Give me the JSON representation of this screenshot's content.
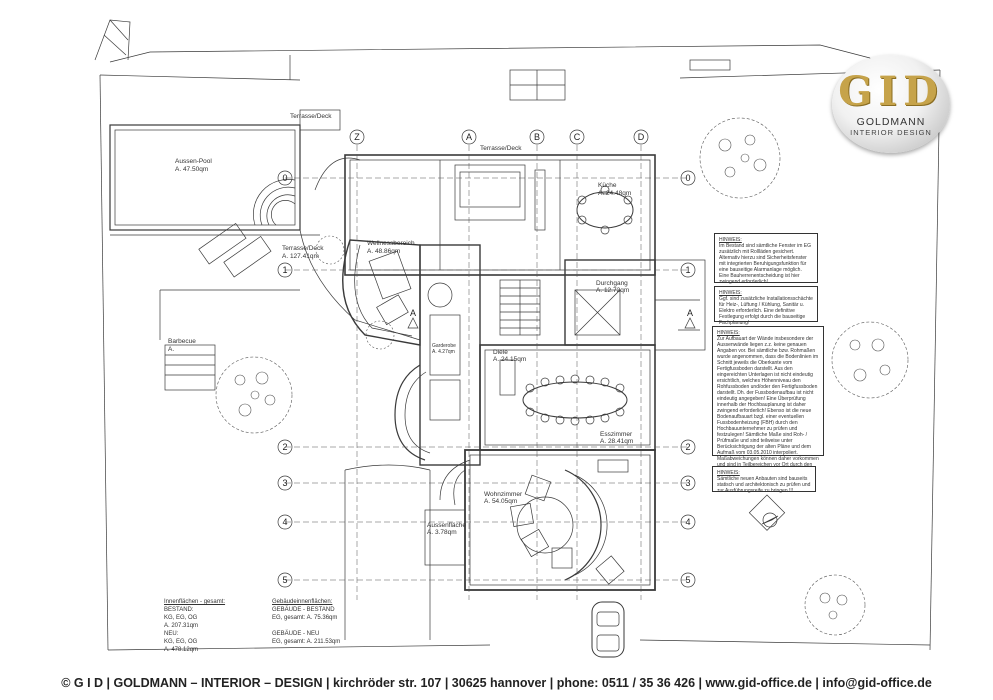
{
  "logo": {
    "letters": "GID",
    "name": "GOLDMANN",
    "subtitle": "INTERIOR DESIGN"
  },
  "footer": {
    "text": "© G I D | GOLDMANN – INTERIOR – DESIGN | kirchröder str. 107 | 30625 hannover | phone: 0511 / 35 36 426 | www.gid-office.de | info@gid-office.de"
  },
  "grid_axes": {
    "columns": [
      "Z",
      "A",
      "B",
      "C",
      "D"
    ],
    "rows": [
      "0",
      "1",
      "2",
      "3",
      "4",
      "5"
    ]
  },
  "section_marker": "A",
  "rooms": {
    "pool": {
      "name": "Aussen-Pool",
      "area": "A. 47.50qm"
    },
    "terrace_deck": {
      "name": "Terrasse/Deck",
      "area": "A. 127.41qm"
    },
    "terrace_top_left": "Terrasse/Deck",
    "terrace_top": "Terrasse/Deck",
    "kitchen": {
      "name": "Küche",
      "area": "A. 24.48qm"
    },
    "wellness": {
      "name": "Wellnessbereich",
      "area": "A. 48.86qm"
    },
    "durchgang": {
      "name": "Durchgang",
      "area": "A. 12.72qm"
    },
    "diele": {
      "name": "Diele",
      "area": "A. 24.15qm"
    },
    "esszimmer": {
      "name": "Esszimmer",
      "area": "A. 28.41qm"
    },
    "wohnzimmer": {
      "name": "Wohnzimmer",
      "area": "A. 54.05qm"
    },
    "aussenflaeche": {
      "name": "Aussenfläche",
      "area": "A. 3.78qm"
    },
    "barbecue": {
      "name": "Barbecue",
      "area": "A."
    },
    "garderobe": {
      "name": "Garderobe",
      "area": "A. 4.27qm"
    }
  },
  "notes": [
    {
      "title": "HINWEIS:",
      "text": "Im Bestand sind sämtliche Fenster im EG zusätzlich mit Rollläden gesichert. Alternativ hierzu sind Sicherheitsfenster mit integrierten Beruhigungsfunktion für eine bauseitige Alarmanlage möglich. Eine Bauherrenentscheidung ist hier zwingend erforderlich!"
    },
    {
      "title": "HINWEIS:",
      "text": "Ggf. sind zusätzliche Installationsschächte für Heiz-, Lüftung / Kühlung, Sanitär u. Elektro erforderlich. Eine definitive Festlegung erfolgt durch die bauseitige Fachplanung!"
    },
    {
      "title": "HINWEIS:",
      "text": "Zur Aufbauart der Wände insbesondere der Aussenwände liegen z.z. keine genauen Angaben vor. Bei sämtliche bzw. Rohmaßen wurde angenommen, dass die Bodenlinien im Schnitt jeweils die Oberkante vom Fertigfussboden darstellt. Aus den eingereichten Unterlagen ist nicht eindeutig ersichtlich, welches Höhenniveau den Rohfussboden und/oder den Fertigfussboden darstellt. Dh. der Fussbodenaufbau ist nicht eindeutig angegeben! Eine Überprüfung innerhalb der Hochbauplanung ist daher zwingend erforderlich! Ebenso ist die neue Bodenaufbauart bzgl. einer eventuellen Fussbodenheizung (FBH) durch den Hochbauunternehmer zu prüfen und festzulegen! Sämtliche Maße sind Roh- / Prüfmaße und sind teilweise unter Berücksichtigung der alten Pläne und dem Aufmaß vom 03.05.2010 interpoliert. Maßabweichungen können daher vorkommen und sind in Teilbereichen vor Ort durch den Ausführenden zu prüfen!"
    },
    {
      "title": "HINWEIS:",
      "text": "Sämtliche neuen Anbauten sind bauseits statisch und architektonisch zu prüfen und zur Ausführungsreife zu bringen !!!"
    }
  ],
  "areas_inner": {
    "heading": "Innenflächen - gesamt:",
    "groups": [
      {
        "label": "BESTAND:",
        "lines": [
          "KG, EG, OG",
          "A. 207.31qm"
        ]
      },
      {
        "label": "NEU:",
        "lines": [
          "KG, EG, OG",
          "A. 478.12qm"
        ]
      }
    ]
  },
  "areas_building": {
    "heading": "Gebäudeinnenflächen:",
    "groups": [
      {
        "label": "GEBÄUDE - BESTAND",
        "lines": [
          "EG, gesamt: A. 75.36qm"
        ]
      },
      {
        "label": "GEBÄUDE - NEU",
        "lines": [
          "EG, gesamt: A. 211.53qm"
        ]
      }
    ]
  },
  "colors": {
    "line": "#3a3a3a",
    "gold": "#c6a34a"
  }
}
